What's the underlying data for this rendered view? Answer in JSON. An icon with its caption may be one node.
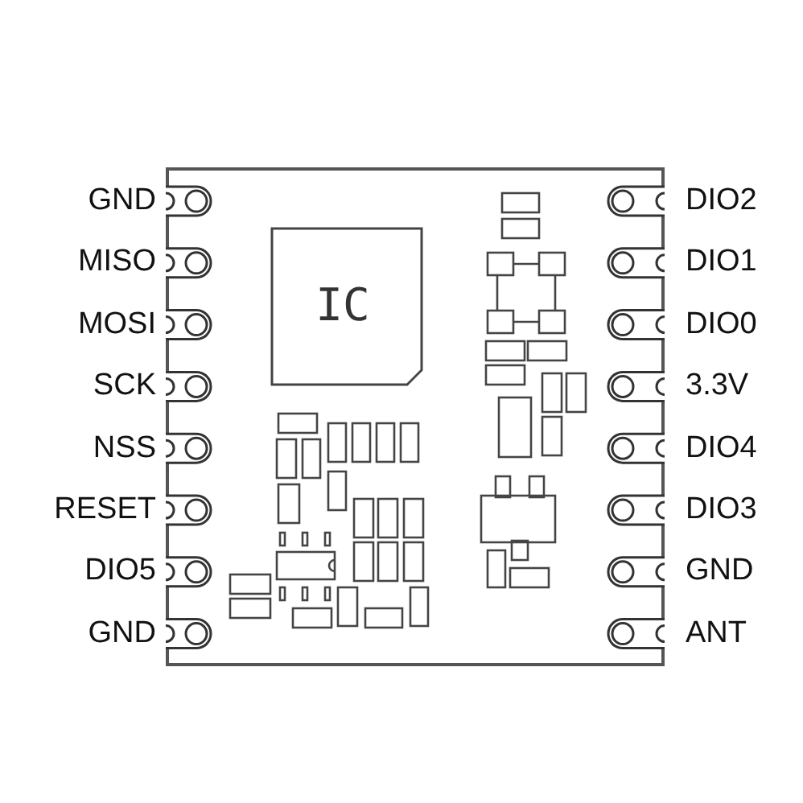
{
  "diagram": {
    "nodes": [
      {
        "text": [],
        "shape": "box"
      },
      {
        "text": [
          "IC"
        ],
        "in": 0
      }
    ],
    "labels": [
      "GND",
      "DIO2",
      "MISO",
      "DIO1",
      "MOSI",
      "DIO0",
      "SCK",
      "3.3V",
      "NSS",
      "DIO4",
      "RESET",
      "DIO3",
      "DIO5",
      "GND",
      "GND",
      "ANT"
    ]
  }
}
